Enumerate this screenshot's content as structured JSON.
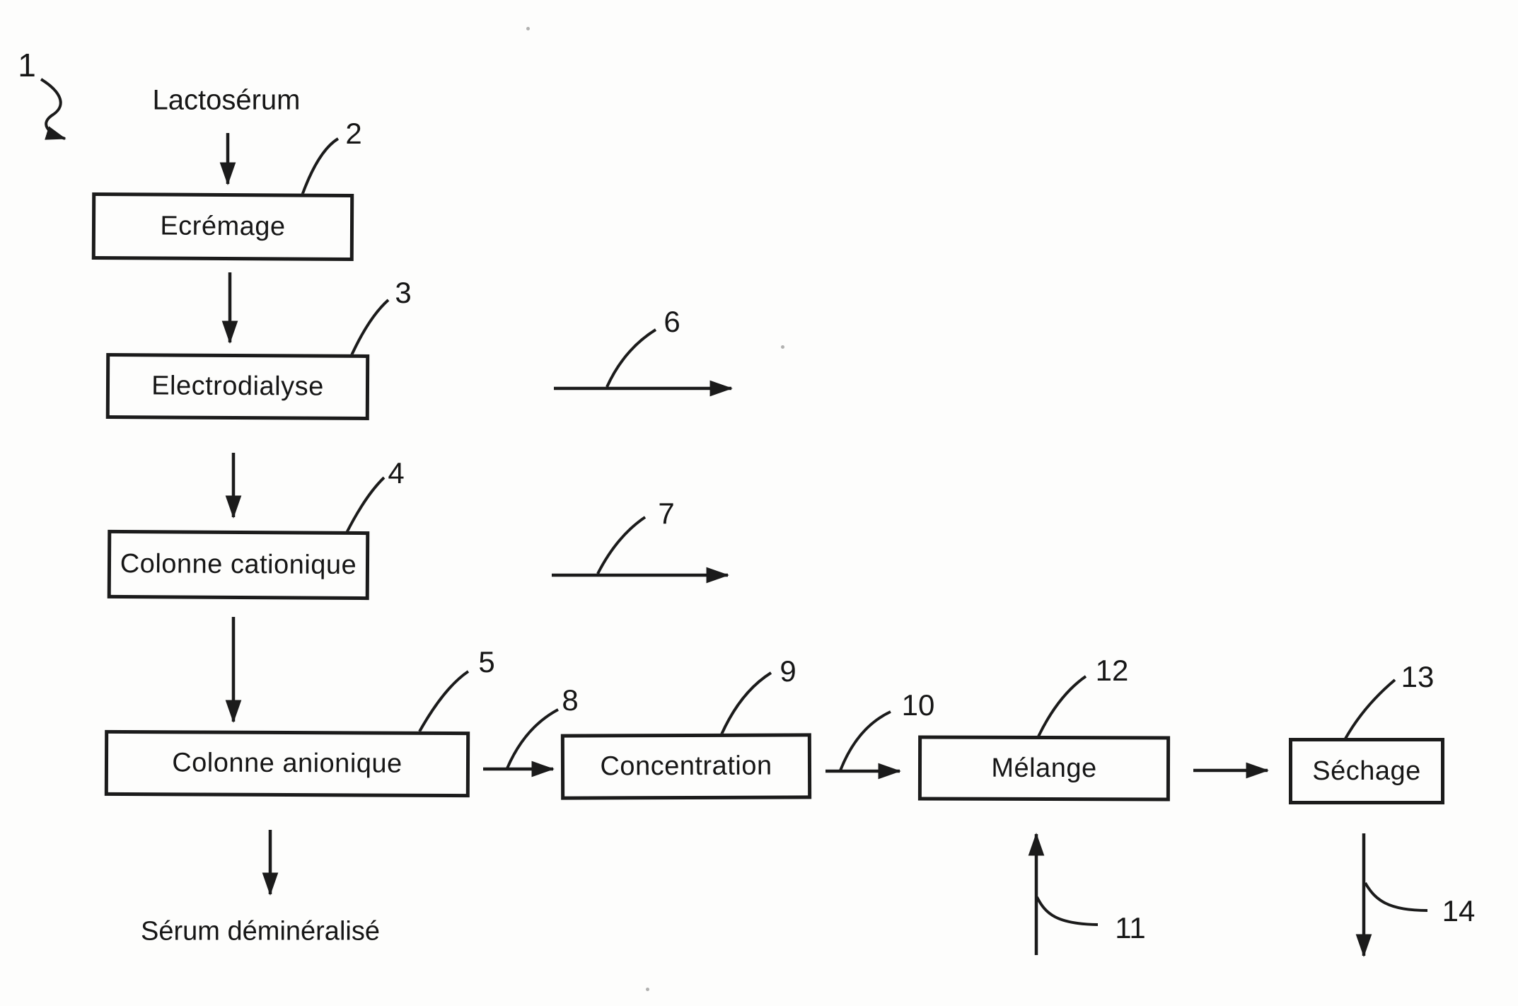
{
  "diagram": {
    "input_label": "Lactosérum",
    "output_label": "Sérum  déminéralisé",
    "boxes": [
      {
        "label": "Ecrémage"
      },
      {
        "label": "Electrodialyse"
      },
      {
        "label": "Colonne cationique"
      },
      {
        "label": "Colonne anionique"
      },
      {
        "label": "Concentration"
      },
      {
        "label": "Mélange"
      },
      {
        "label": "Séchage"
      }
    ],
    "refs": [
      "1",
      "2",
      "3",
      "4",
      "5",
      "6",
      "7",
      "8",
      "9",
      "10",
      "11",
      "12",
      "13",
      "14"
    ],
    "colors": {
      "ink": "#1b1b1b",
      "paper": "#fdfdfc"
    }
  }
}
